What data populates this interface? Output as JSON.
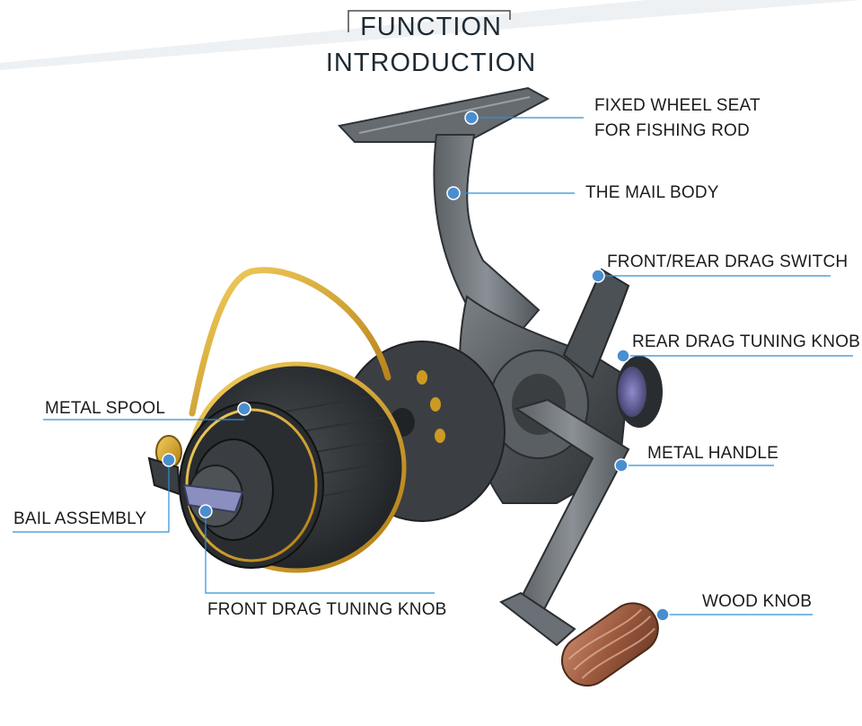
{
  "title": {
    "line1": "FUNCTION",
    "line2": "INTRODUCTION"
  },
  "labels": {
    "fixed_seat_line1": "FIXED WHEEL SEAT",
    "fixed_seat_line2": "FOR FISHING ROD",
    "main_body": "THE MAIL BODY",
    "drag_switch": "FRONT/REAR DRAG SWITCH",
    "rear_knob": "REAR DRAG TUNING KNOB",
    "metal_spool": "METAL SPOOL",
    "metal_handle": "METAL HANDLE",
    "bail_assembly": "BAIL ASSEMBLY",
    "front_knob": "FRONT DRAG TUNING KNOB",
    "wood_knob": "WOOD KNOB"
  },
  "colors": {
    "leader": "#2f8fd8",
    "reel_body": "#4a4f53",
    "gold": "#d9a520",
    "wood": "#a7684a"
  }
}
